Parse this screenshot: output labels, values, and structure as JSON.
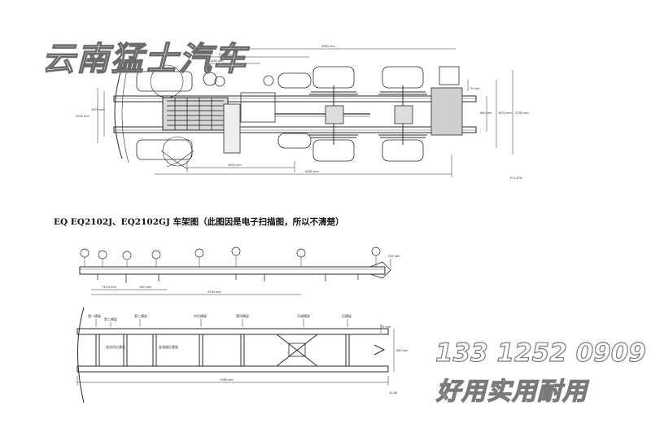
{
  "watermark": {
    "brand": "云南猛士汽车",
    "phone": "133 1252 0909",
    "slogan": "好用实用耐用"
  },
  "caption": "EQ EQ2102J、EQ2102GJ 车架图（此图因是电子扫描图，所以不清楚）",
  "top_view": {
    "dims": {
      "d3500": "3500 mm",
      "d1440": "1440 mm",
      "d1460": "1460 mm",
      "d2315": "2315 mm",
      "d1875": "1875 mm",
      "d2400": "2400 mm",
      "d5090": "5090 mm",
      "d75": "75 mm",
      "d860": "860 mm",
      "d1870": "1870 mm",
      "d2750": "2750 mm"
    },
    "ref": "R-9-075"
  },
  "side_view": {
    "dims": {
      "d740": "740.5 mm",
      "d600": "600 mm",
      "d4740": "4740 mm",
      "d232": "232 mm"
    }
  },
  "plan_view": {
    "crossmember_labels": [
      "第一横梁",
      "第二横梁",
      "第三横梁",
      "中后横梁",
      "第四横梁",
      "可调横梁",
      "后横梁"
    ],
    "bracket_labels": [
      "发动机后悬架",
      "变速器后悬架"
    ],
    "dims": {
      "d7085": "7085 mm",
      "d75": "75 mm",
      "d960": "960 mm"
    },
    "ref": "11-86"
  }
}
